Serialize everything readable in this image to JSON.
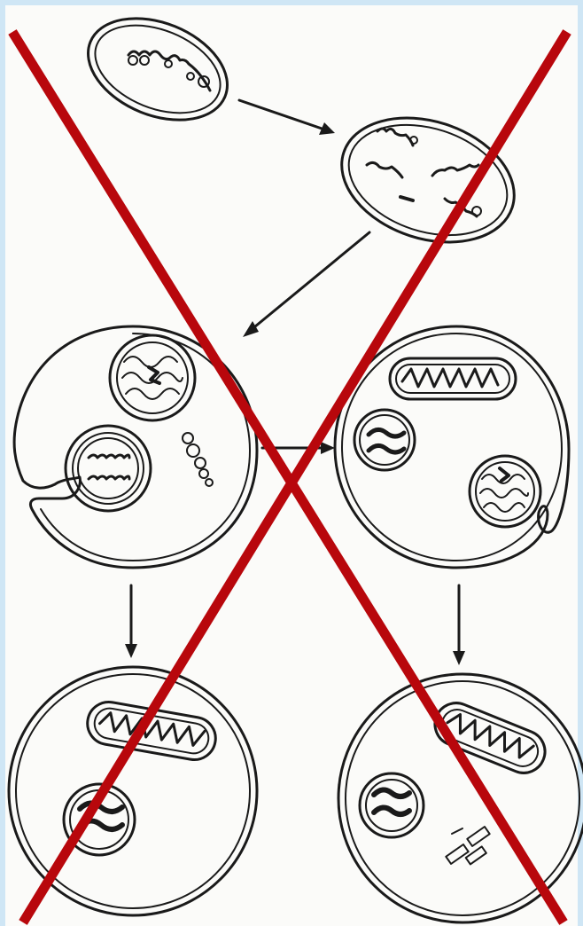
{
  "figure": {
    "background_color": "#cfe6f5",
    "paper_color": "#fbfbf9",
    "ink_color": "#1a1a1a",
    "cross_color": "#b8070c",
    "cells": [
      {
        "name": "prokaryote-cell",
        "contents": [
          "circular-chromosome",
          "plasmid"
        ]
      },
      {
        "name": "fragmented-prokaryote-cell",
        "contents": [
          "dna-fragments"
        ]
      },
      {
        "name": "engulfing-cell-left",
        "contents": [
          "mitochondrion-in-vesicle",
          "nucleus-in-vesicle",
          "dna-chain"
        ]
      },
      {
        "name": "engulfing-cell-right",
        "contents": [
          "mitochondrion",
          "nucleus",
          "mitochondrion-in-vesicle"
        ]
      },
      {
        "name": "eukaryote-cell-left",
        "contents": [
          "mitochondrion",
          "nucleus"
        ]
      },
      {
        "name": "eukaryote-cell-right",
        "contents": [
          "mitochondrion",
          "nucleus",
          "chloroplast-fragments"
        ]
      }
    ],
    "annotation": "large-red-x-over-diagram"
  }
}
